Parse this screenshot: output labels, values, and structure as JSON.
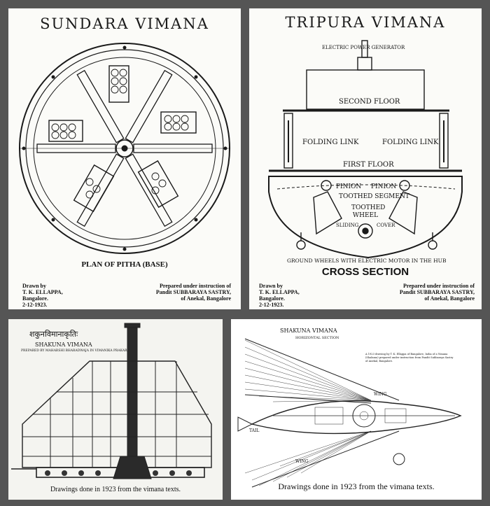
{
  "sundara": {
    "title": "SUNDARA VIMANA",
    "caption": "PLAN OF PITHA (BASE)",
    "drawn_by": [
      "Drawn by",
      "T. K. ELLAPPA,",
      "Bangalore.",
      "2-12-1923."
    ],
    "prepared": [
      "Prepared under instruction of",
      "Pandit SUBBARAYA SASTRY,",
      "of Anekal, Bangalore"
    ]
  },
  "tripura": {
    "title": "TRIPURA VIMANA",
    "labels": {
      "generator": "ELECTRIC POWER GENERATOR",
      "second_floor": "SECOND FLOOR",
      "folding_link_left": "FOLDING LINK",
      "folding_link_right": "FOLDING LINK",
      "first_floor": "FIRST FLOOR",
      "pinion_left": "PINION",
      "pinion_right": "PINION",
      "toothed_segment": "TOOTHED SEGMENT",
      "toothed_wheel": "TOOTHED WHEEL",
      "sliding": "SLIDING",
      "cover": "COVER",
      "ground_wheels": "GROUND WHEELS WITH ELECTRIC MOTOR IN THE HUB"
    },
    "caption": "CROSS SECTION",
    "drawn_by": [
      "Drawn by",
      "T. K. ELLAPPA,",
      "Bangalore.",
      "2-12-1923."
    ],
    "prepared": [
      "Prepared under instruction of",
      "Pandit SUBBARAYA SASTRY,",
      "of Anekal, Bangalore"
    ]
  },
  "shakuna_elevation": {
    "heading_devanagari": "शकुनविमानाकृतिः",
    "title": "SHAKUNA VIMANA",
    "subtitle": "PREPARED BY MAHARSHI BHARADWAJA IN VIMANIKA PRAKARANA",
    "caption": "Drawings done in 1923 from the vimana texts."
  },
  "shakuna_horizontal": {
    "title": "SHAKUNA VIMANA",
    "subtitle": "HORIZONTAL SECTION",
    "note": "A 1923 drawing by T. K. Ellappa of Bangalore, India of a Vimana (Shakuna) prepared under instruction from Pandit Subbaraya Sastry of Anekal, Bangalore.",
    "wing_top": "WING",
    "wing_bottom": "WING",
    "tail": "TAIL",
    "caption": "Drawings done in 1923 from the vimana texts."
  },
  "colors": {
    "ink": "#111111",
    "paper": "#fbfbf8",
    "frame": "#555555"
  }
}
